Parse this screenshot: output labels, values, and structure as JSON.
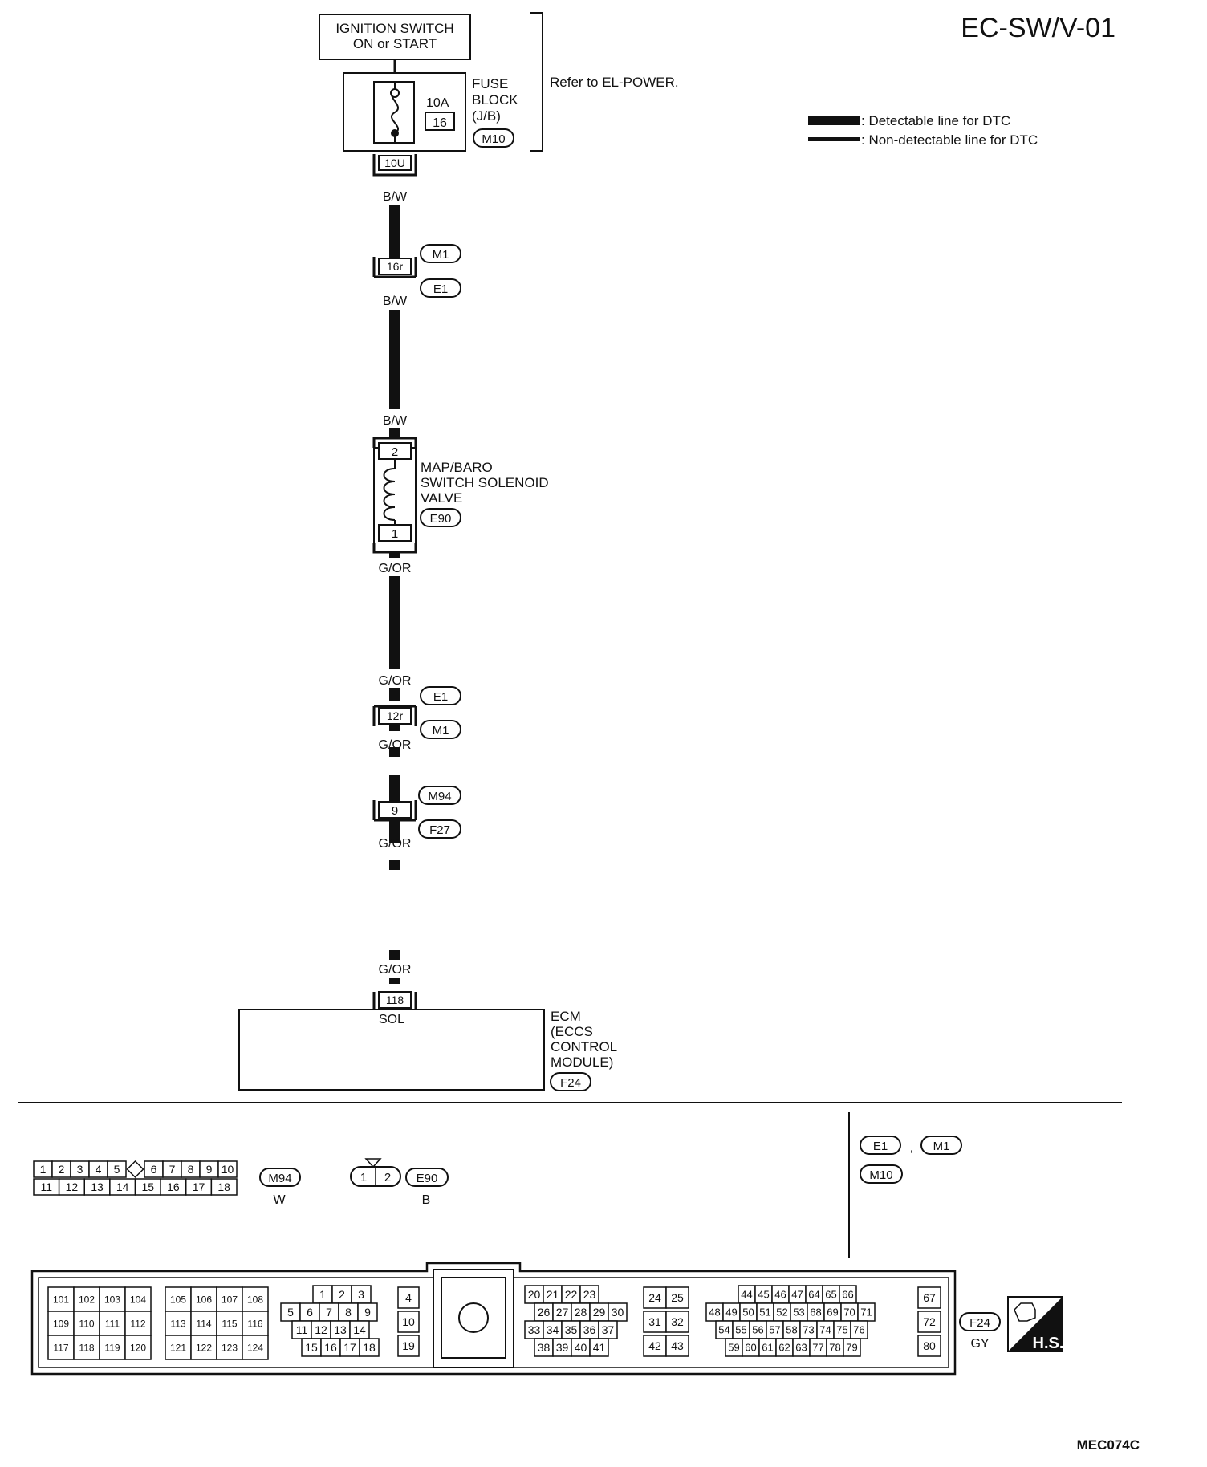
{
  "title": "EC-SW/V-01",
  "figure_code": "MEC074C",
  "ignition": {
    "line1": "IGNITION SWITCH",
    "line2": "ON or START"
  },
  "fuse_block": {
    "rating": "10A",
    "fuse_no": "16",
    "label1": "FUSE",
    "label2": "BLOCK",
    "label3": "(J/B)",
    "connector": "M10",
    "terminal": "10U",
    "refer": "Refer to EL-POWER."
  },
  "legend": {
    "detectable": ": Detectable line for DTC",
    "non_detectable": ": Non-detectable line for DTC"
  },
  "wires": {
    "bw1": "B/W",
    "bw2": "B/W",
    "bw3": "B/W",
    "gor1": "G/OR",
    "gor2": "G/OR",
    "gor3": "G/OR",
    "gor4": "G/OR",
    "gor5": "G/OR"
  },
  "joint1": {
    "terminal": "16r",
    "top_conn": "M1",
    "bottom_conn": "E1"
  },
  "solenoid": {
    "term_top": "2",
    "term_bottom": "1",
    "line1": "MAP/BARO",
    "line2": "SWITCH SOLENOID",
    "line3": "VALVE",
    "connector": "E90"
  },
  "joint2": {
    "terminal": "12r",
    "top_conn": "E1",
    "bottom_conn": "M1"
  },
  "joint3": {
    "terminal": "9",
    "top_conn": "M94",
    "bottom_conn": "F27"
  },
  "ecm": {
    "terminal": "118",
    "pin_label": "SOL",
    "line1": "ECM",
    "line2": "(ECCS",
    "line3": "CONTROL",
    "line4": "MODULE)",
    "connector": "F24"
  },
  "connectors": {
    "m94": {
      "id": "M94",
      "color": "W",
      "row1": [
        "1",
        "2",
        "3",
        "4",
        "5",
        "6",
        "7",
        "8",
        "9",
        "10"
      ],
      "row2": [
        "11",
        "12",
        "13",
        "14",
        "15",
        "16",
        "17",
        "18"
      ]
    },
    "e90": {
      "id": "E90",
      "color": "B",
      "pins": [
        "1",
        "2"
      ]
    },
    "ref_connectors": [
      "E1",
      ",",
      "M1",
      "M10"
    ],
    "f24": {
      "id": "F24",
      "color": "GY",
      "hs": "H.S.",
      "block_a": [
        [
          "101",
          "102",
          "103",
          "104"
        ],
        [
          "109",
          "110",
          "111",
          "112"
        ],
        [
          "117",
          "118",
          "119",
          "120"
        ]
      ],
      "block_b": [
        [
          "105",
          "106",
          "107",
          "108"
        ],
        [
          "113",
          "114",
          "115",
          "116"
        ],
        [
          "121",
          "122",
          "123",
          "124"
        ]
      ],
      "block_c": [
        [
          "1",
          "2",
          "3"
        ],
        [
          "5",
          "6",
          "7",
          "8",
          "9"
        ],
        [
          "11",
          "12",
          "13",
          "14"
        ],
        [
          "15",
          "16",
          "17",
          "18"
        ]
      ],
      "block_d": [
        "4",
        "10",
        "19"
      ],
      "block_e": [
        [
          "20",
          "21",
          "22",
          "23"
        ],
        [
          "26",
          "27",
          "28",
          "29",
          "30"
        ],
        [
          "33",
          "34",
          "35",
          "36",
          "37"
        ],
        [
          "38",
          "39",
          "40",
          "41"
        ]
      ],
      "block_f": [
        [
          "24",
          "25"
        ],
        [
          "31",
          "32"
        ],
        [
          "42",
          "43"
        ]
      ],
      "block_g": [
        [
          "44",
          "45",
          "46",
          "47",
          "64",
          "65",
          "66"
        ],
        [
          "48",
          "49",
          "50",
          "51",
          "52",
          "53",
          "68",
          "69",
          "70",
          "71"
        ],
        [
          "54",
          "55",
          "56",
          "57",
          "58",
          "73",
          "74",
          "75",
          "76"
        ],
        [
          "59",
          "60",
          "61",
          "62",
          "63",
          "77",
          "78",
          "79"
        ]
      ],
      "block_h": [
        "67",
        "72",
        "80"
      ]
    }
  }
}
